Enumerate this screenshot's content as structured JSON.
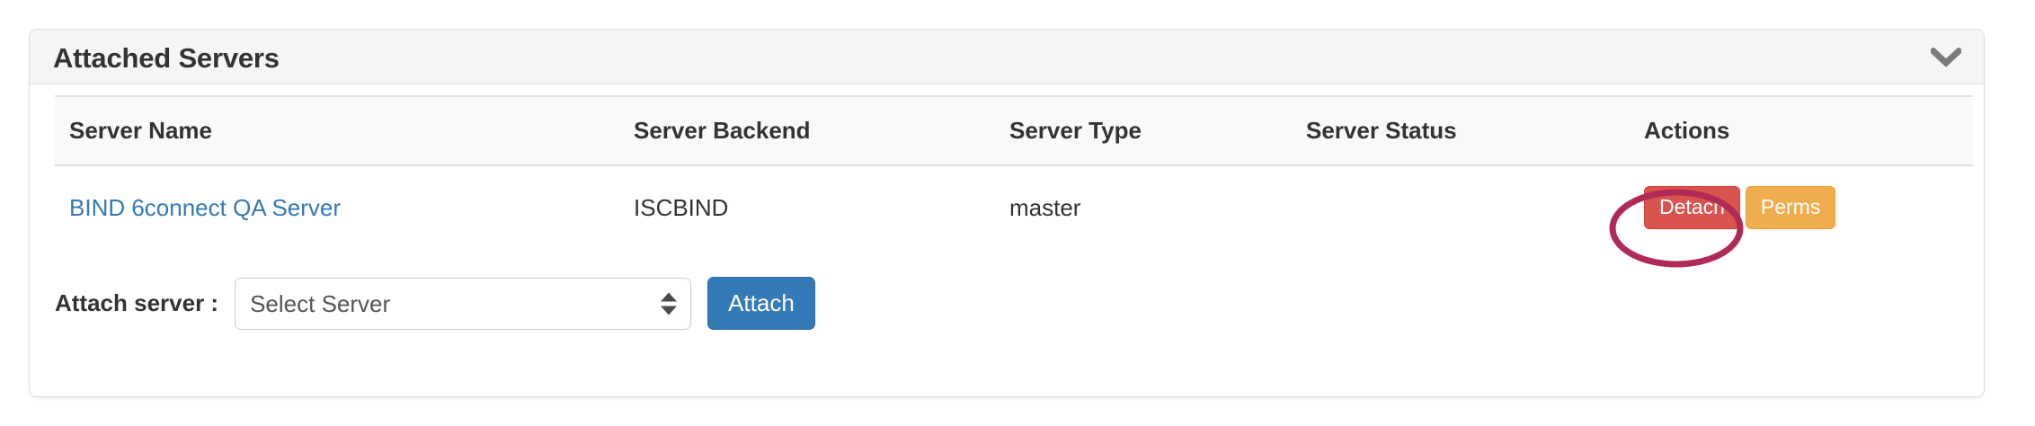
{
  "panel": {
    "title": "Attached Servers",
    "toggle_icon": "chevron-down-icon"
  },
  "table": {
    "columns": [
      "Server Name",
      "Server Backend",
      "Server Type",
      "Server Status",
      "Actions"
    ],
    "rows": [
      {
        "server_name": "BIND 6connect QA Server",
        "server_backend": "ISCBIND",
        "server_type": "master",
        "server_status": "",
        "actions": {
          "detach_label": "Detach",
          "perms_label": "Perms"
        }
      }
    ]
  },
  "attach": {
    "label": "Attach server :",
    "select_value": "Select Server",
    "options": [
      "Select Server"
    ],
    "button_label": "Attach"
  },
  "annotation": {
    "shape": "ellipse",
    "target": "detach-button",
    "color": "#b02a56"
  },
  "colors": {
    "link": "#337ab7",
    "danger": "#d9534f",
    "warning": "#f0ad4e",
    "primary": "#337ab7",
    "panel_header_bg": "#f5f5f5",
    "table_header_bg": "#f9f9f9",
    "annotation": "#b02a56"
  }
}
